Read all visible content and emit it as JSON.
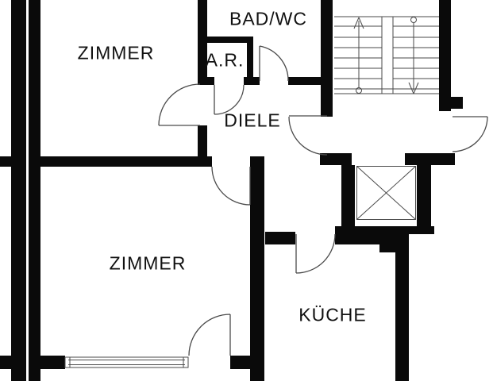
{
  "plan_title": "apartment floor plan",
  "rooms": {
    "room_top": {
      "label": "ZIMMER"
    },
    "bathroom": {
      "label": "BAD/WC"
    },
    "storage": {
      "label": "A.R."
    },
    "hall": {
      "label": "DIELE"
    },
    "room_bottom": {
      "label": "ZIMMER"
    },
    "kitchen": {
      "label": "KÜCHE"
    }
  },
  "symbols": {
    "stairs_up_arrow": "up-direction-arrow",
    "stairs_down_arrow": "down-direction-arrow",
    "elevator": "elevator-shaft-cross",
    "window": "window-sill",
    "doors": [
      "room-top-door",
      "storage-door",
      "bathroom-door",
      "room-bottom-door",
      "room-bottom-exterior-door",
      "kitchen-door",
      "apartment-entry-door",
      "neighbor-entry-door"
    ]
  },
  "colors": {
    "wall": "#0a0a0a",
    "line": "#4a4a4a",
    "background": "#ffffff",
    "text": "#111111"
  }
}
